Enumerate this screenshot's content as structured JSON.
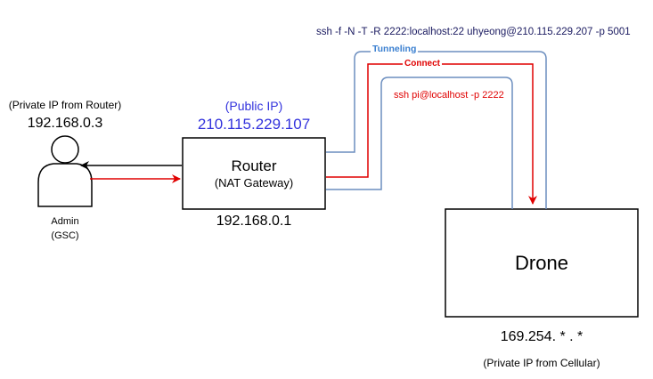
{
  "ssh_command": "ssh -f -N -T -R 2222:localhost:22 uhyeong@210.115.229.207 -p 5001",
  "tunneling_label": "Tunneling",
  "connect_label": "Connect",
  "ssh_pi_command": "ssh pi@localhost -p 2222",
  "admin": {
    "ip_note": "(Private IP from Router)",
    "ip": "192.168.0.3",
    "name_line1": "Admin",
    "name_line2": "(GSC)"
  },
  "router": {
    "public_ip_note": "(Public IP)",
    "public_ip": "210.115.229.107",
    "title": "Router",
    "subtitle": "(NAT Gateway)",
    "private_ip": "192.168.0.1"
  },
  "drone": {
    "title": "Drone",
    "ip": "169.254. * . *",
    "ip_note": "(Private IP from Cellular)"
  },
  "colors": {
    "tunnel": "#6c8ebf",
    "connect": "#e00000",
    "command": "#1a1a60",
    "public_ip": "#3333dd"
  }
}
